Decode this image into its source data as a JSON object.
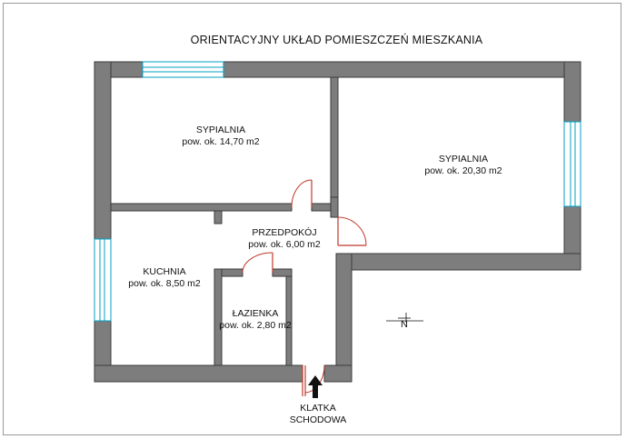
{
  "title": "ORIENTACYJNY UKŁAD POMIESZCZEŃ MIESZKANIA",
  "rooms": [
    {
      "name": "SYPIALNIA",
      "area": "pow. ok. 14,70 m2"
    },
    {
      "name": "SYPIALNIA",
      "area": "pow. ok. 20,30 m2"
    },
    {
      "name": "PRZEDPOKÓJ",
      "area": "pow. ok. 6,00 m2"
    },
    {
      "name": "KUCHNIA",
      "area": "pow. ok. 8,50 m2"
    },
    {
      "name": "ŁAZIENKA",
      "area": "pow. ok. 2,80 m2"
    }
  ],
  "entrance": {
    "line1": "KLATKA",
    "line2": "SCHODOWA"
  },
  "north_symbol": "N",
  "colors": {
    "wall": "#7d7d7d",
    "wall_stroke": "#3a3a3a",
    "window": "#00a0c6",
    "door": "#c0392b"
  }
}
